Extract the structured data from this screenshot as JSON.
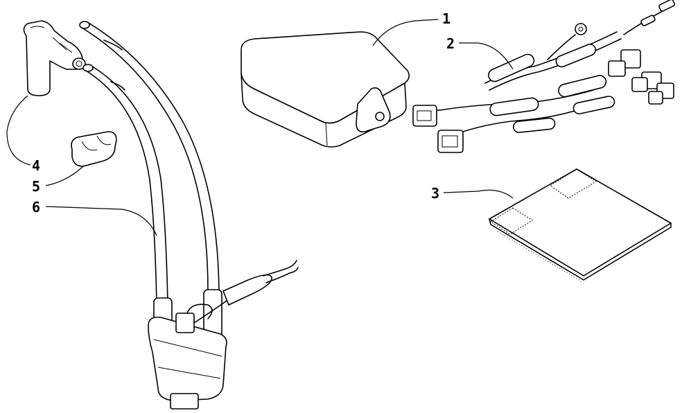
{
  "callouts": [
    {
      "id": "1",
      "part": "cdi-box"
    },
    {
      "id": "2",
      "part": "wiring-harness"
    },
    {
      "id": "3",
      "part": "insulating-pad"
    },
    {
      "id": "4",
      "part": "spark-plug-cap"
    },
    {
      "id": "5",
      "part": "clamp"
    },
    {
      "id": "6",
      "part": "ignition-coil"
    }
  ]
}
